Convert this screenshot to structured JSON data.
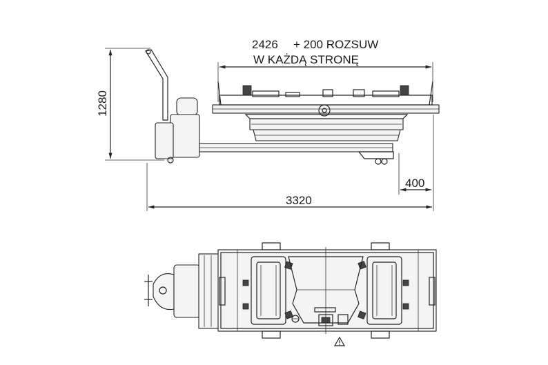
{
  "dimensions": {
    "width_top": "2426",
    "extension_line1": "+ 200 ROZSUW",
    "extension_line2": "W KAŻDĄ STRONĘ",
    "height": "1280",
    "overhang": "400",
    "total_length": "3320"
  },
  "icons": {
    "warning": "warning-triangle-icon"
  }
}
